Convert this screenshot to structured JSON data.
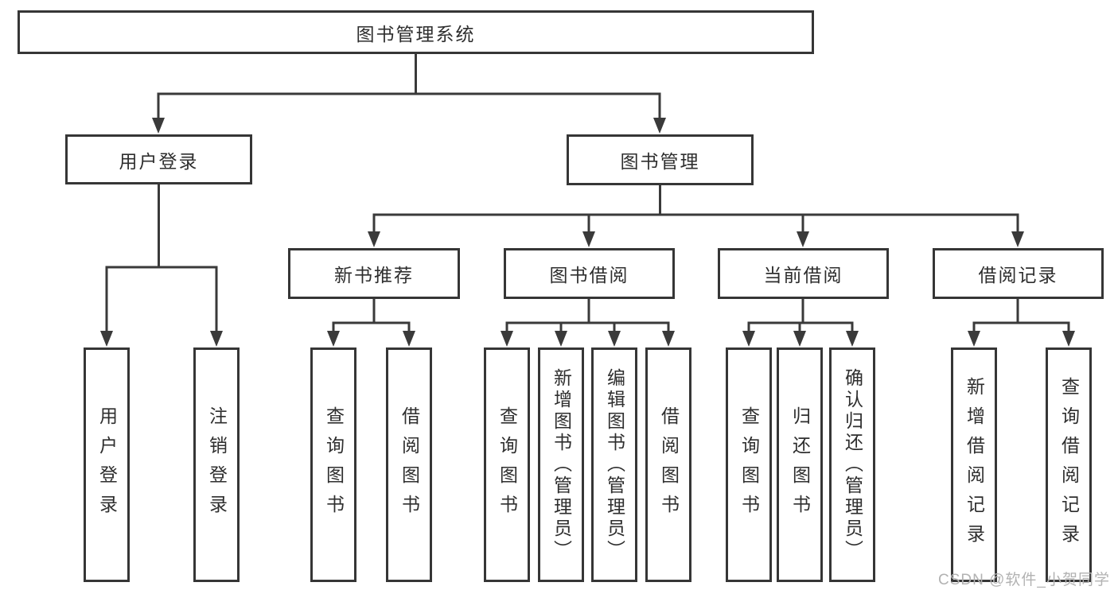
{
  "tree": {
    "label": "图书管理系统",
    "children": [
      {
        "label": "用户登录",
        "children": [
          {
            "label": "用户登录"
          },
          {
            "label": "注销登录"
          }
        ]
      },
      {
        "label": "图书管理",
        "children": [
          {
            "label": "新书推荐",
            "children": [
              {
                "label": "查询图书"
              },
              {
                "label": "借阅图书"
              }
            ]
          },
          {
            "label": "图书借阅",
            "children": [
              {
                "label": "查询图书"
              },
              {
                "label": "新增图书（管理员）"
              },
              {
                "label": "编辑图书（管理员）"
              },
              {
                "label": "借阅图书"
              }
            ]
          },
          {
            "label": "当前借阅",
            "children": [
              {
                "label": "查询图书"
              },
              {
                "label": "归还图书"
              },
              {
                "label": "确认归还（管理员）"
              }
            ]
          },
          {
            "label": "借阅记录",
            "children": [
              {
                "label": "新增借阅记录"
              },
              {
                "label": "查询借阅记录"
              }
            ]
          }
        ]
      }
    ]
  },
  "watermark": {
    "text": "CSDN @软件_小贺同学"
  },
  "colors": {
    "background": "#ffffff",
    "box_border": "#363636",
    "connector_line": "#3a3a3a",
    "text": "#2e2e2e",
    "watermark_text": "#b2b2b2"
  }
}
